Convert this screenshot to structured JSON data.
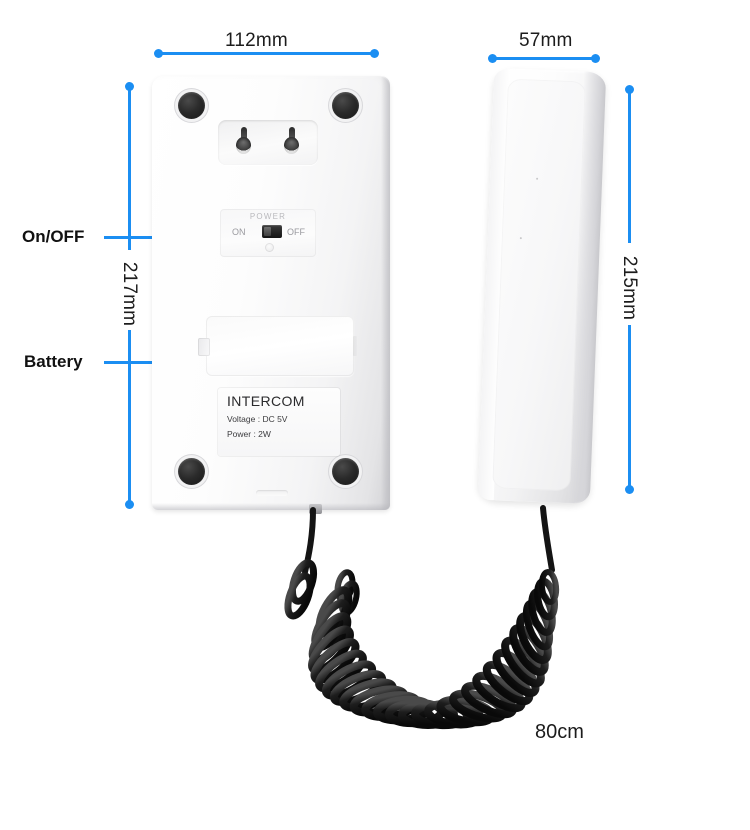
{
  "product": {
    "name": "INTERCOM",
    "base_unit": {
      "label": {
        "title": "INTERCOM",
        "voltage": "Voltage : DC 5V",
        "power": "Power : 2W"
      },
      "power_switch": {
        "title": "POWER",
        "on_label": "ON",
        "off_label": "OFF"
      }
    }
  },
  "dimensions": {
    "base_width": "112mm",
    "base_height": "217mm",
    "handset_width": "57mm",
    "handset_height": "215mm",
    "cord_length": "80cm"
  },
  "callouts": {
    "on_off": "On/OFF",
    "battery": "Battery"
  },
  "colors": {
    "accent_blue": "#1b8ef2",
    "text": "#1c1c1c",
    "body_white": "#fafafa",
    "cord_black": "#151515"
  }
}
